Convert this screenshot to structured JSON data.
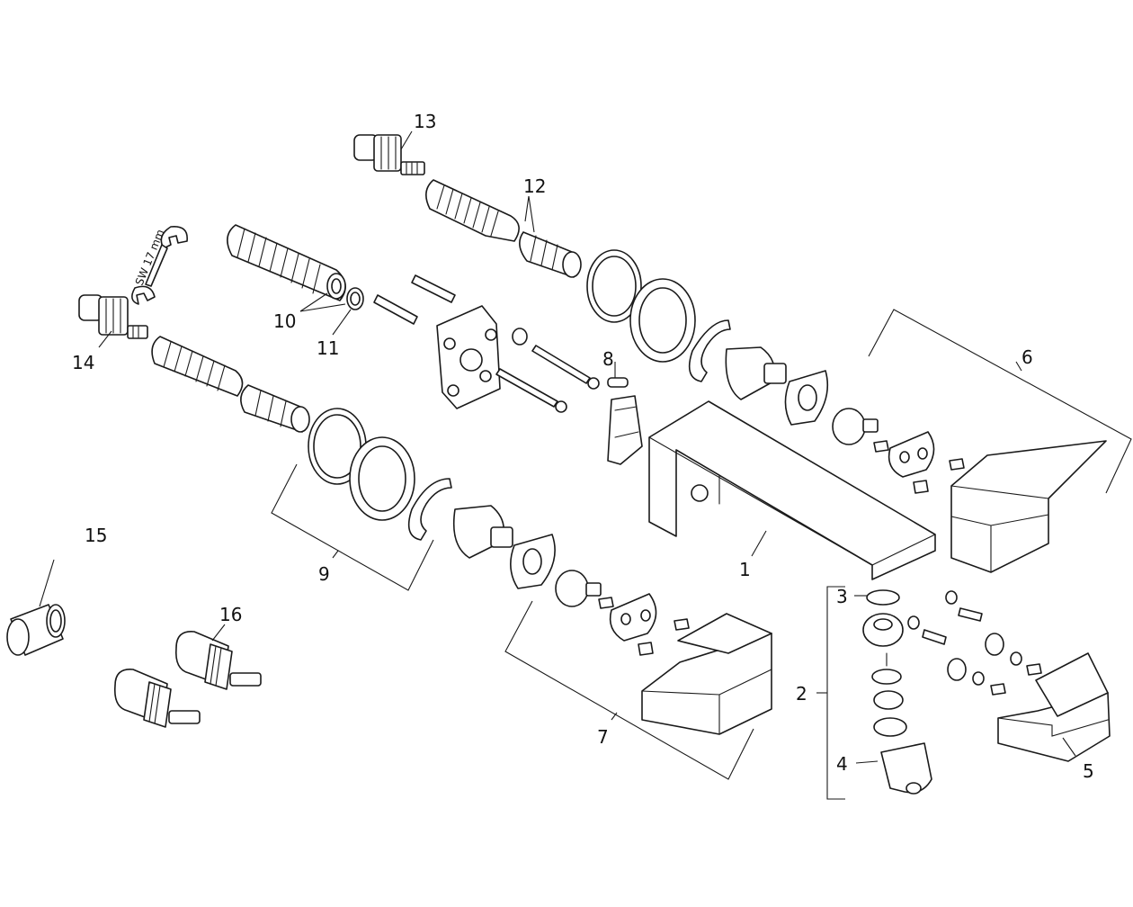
{
  "diagram": {
    "callouts": [
      {
        "id": "c1",
        "text": "1"
      },
      {
        "id": "c2",
        "text": "2"
      },
      {
        "id": "c3",
        "text": "3"
      },
      {
        "id": "c4",
        "text": "4"
      },
      {
        "id": "c5",
        "text": "5"
      },
      {
        "id": "c6",
        "text": "6"
      },
      {
        "id": "c7",
        "text": "7"
      },
      {
        "id": "c8",
        "text": "8"
      },
      {
        "id": "c9",
        "text": "9"
      },
      {
        "id": "c10",
        "text": "10"
      },
      {
        "id": "c11",
        "text": "11"
      },
      {
        "id": "c12",
        "text": "12"
      },
      {
        "id": "c13",
        "text": "13"
      },
      {
        "id": "c14",
        "text": "14"
      },
      {
        "id": "c15",
        "text": "15"
      },
      {
        "id": "c16",
        "text": "16"
      }
    ],
    "tool_label": "SW 17 mm",
    "line_color": "#1a1a1a",
    "background": "#ffffff"
  }
}
